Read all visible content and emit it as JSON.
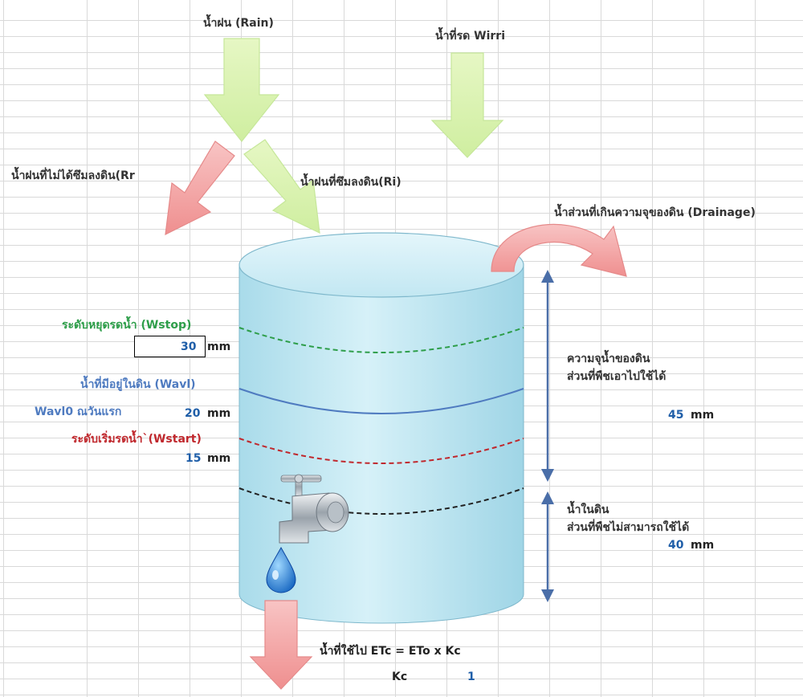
{
  "labels": {
    "rain": "น้ำฝน (Rain)",
    "irrigation": "น้ำที่รด Wirri",
    "runoff": "น้ำฝนที่ไม่ได้ซึมลงดิน(Rr",
    "infiltration": "น้ำฝนที่ซึมลงดิน(Ri)",
    "drainage": "น้ำส่วนที่เกินความจุของดิน (Drainage)",
    "wstop": "ระดับหยุดรดน้ำ (Wstop)",
    "wavl": "น้ำที่มีอยู่ในดิน (Wavl)",
    "wavl0": "Wavl0 ณวันแรก",
    "wstart": "ระดับเริ่มรดน้ำ`(Wstart)",
    "available_line1": "ความจุน้ำของดิน",
    "available_line2": "ส่วนที่พืชเอาไปใช้ได้",
    "unavailable_line1": "น้ำในดิน",
    "unavailable_line2": "ส่วนที่พืชไม่สามารถใช้ได้",
    "etc_formula": "น้ำที่ใช้ไป ETc = ETo x Kc",
    "kc_label": "Kc"
  },
  "values": {
    "wstop": "30",
    "wavl0": "20",
    "wstart": "15",
    "available": "45",
    "unavailable": "40",
    "kc": "1"
  },
  "units": {
    "mm": "mm"
  },
  "colors": {
    "green_arrow": "#d9f2b0",
    "red_arrow": "#f4a6a6",
    "tank": "#bfe6f2",
    "wstop_line": "#2e9e4a",
    "wavl_line": "#4f7bc0",
    "wstart_line": "#c0282d",
    "wilting_line": "#222222",
    "value_blue": "#1f5ea8"
  },
  "icons": [
    "faucet-icon",
    "water-drop-icon"
  ]
}
